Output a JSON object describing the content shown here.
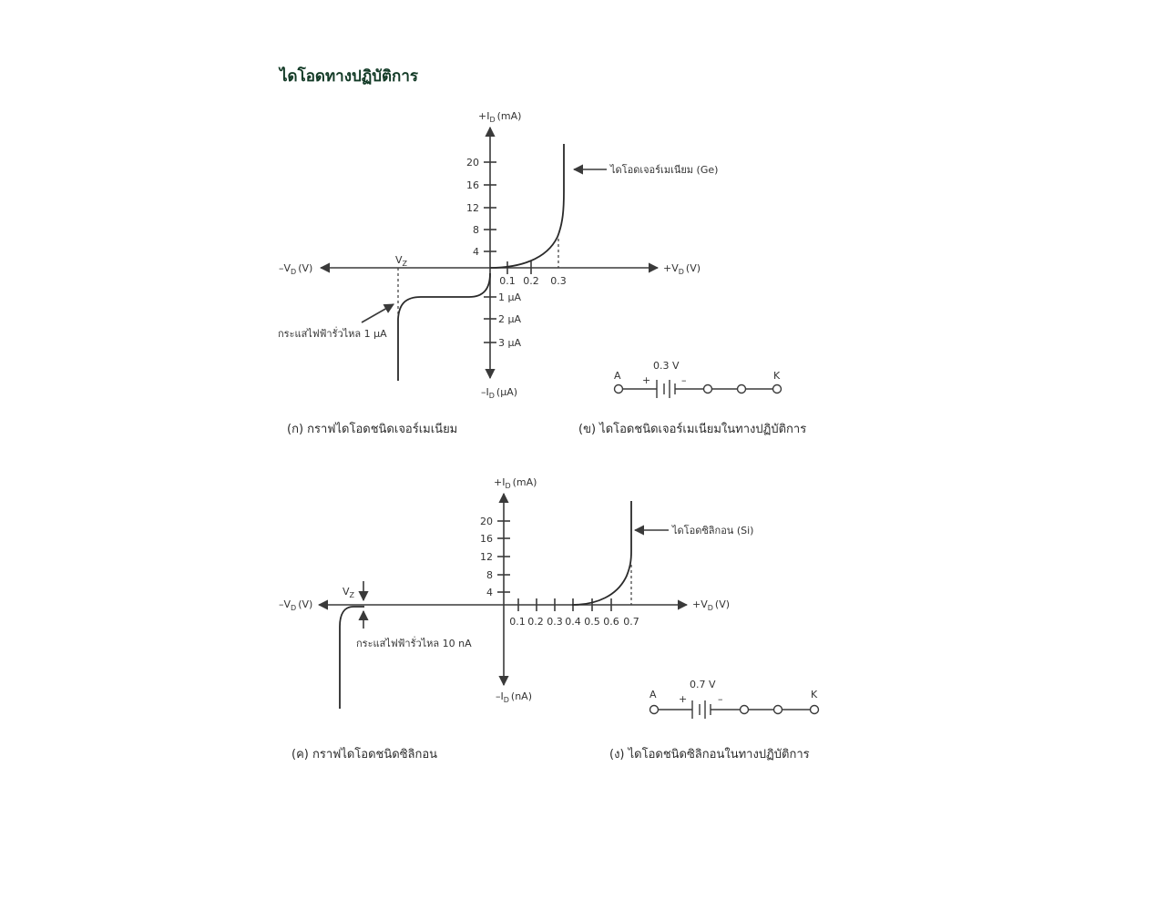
{
  "page": {
    "title": "ไดโอดทางปฏิบัติการ"
  },
  "ge_graph": {
    "y_axis_pos_label": "+I",
    "y_axis_pos_sub": "D",
    "y_axis_pos_unit": "(mA)",
    "y_axis_neg_label": "–I",
    "y_axis_neg_sub": "D",
    "y_axis_neg_unit": "(μA)",
    "x_axis_pos_label": "+V",
    "x_axis_pos_sub": "D",
    "x_axis_pos_unit": "(V)",
    "x_axis_neg_label": "–V",
    "x_axis_neg_sub": "D",
    "x_axis_neg_unit": "(V)",
    "y_ticks_pos": [
      "20",
      "16",
      "12",
      "8",
      "4"
    ],
    "y_ticks_neg": [
      "1 μA",
      "2 μA",
      "3 μA"
    ],
    "x_ticks": [
      "0.1",
      "0.2",
      "0.3"
    ],
    "vz_label": "V",
    "vz_sub": "Z",
    "curve_label": "ไดโอดเจอร์เมเนียม (Ge)",
    "leak_label": "กระแสไฟฟ้ารั่วไหล 1 μA",
    "caption": "(ก) กราฟไดโอดชนิดเจอร์เมเนียม"
  },
  "ge_circuit": {
    "anode": "A",
    "cathode": "K",
    "voltage": "0.3 V",
    "plus": "+",
    "minus": "–",
    "caption": "(ข) ไดโอดชนิดเจอร์เมเนียมในทางปฏิบัติการ"
  },
  "si_graph": {
    "y_axis_pos_label": "+I",
    "y_axis_pos_sub": "D",
    "y_axis_pos_unit": "(mA)",
    "y_axis_neg_label": "–I",
    "y_axis_neg_sub": "D",
    "y_axis_neg_unit": "(nA)",
    "x_axis_pos_label": "+V",
    "x_axis_pos_sub": "D",
    "x_axis_pos_unit": "(V)",
    "x_axis_neg_label": "–V",
    "x_axis_neg_sub": "D",
    "x_axis_neg_unit": "(V)",
    "y_ticks_pos": [
      "20",
      "16",
      "12",
      "8",
      "4"
    ],
    "x_ticks": [
      "0.1",
      "0.2",
      "0.3",
      "0.4",
      "0.5",
      "0.6",
      "0.7"
    ],
    "vz_label": "V",
    "vz_sub": "Z",
    "curve_label": "ไดโอดซิลิกอน (Si)",
    "leak_label": "กระแสไฟฟ้ารั่วไหล 10 nA",
    "caption": "(ค) กราฟไดโอดชนิดซิลิกอน"
  },
  "si_circuit": {
    "anode": "A",
    "cathode": "K",
    "voltage": "0.7 V",
    "plus": "+",
    "minus": "–",
    "caption": "(ง) ไดโอดชนิดซิลิกอนในทางปฏิบัติการ"
  }
}
